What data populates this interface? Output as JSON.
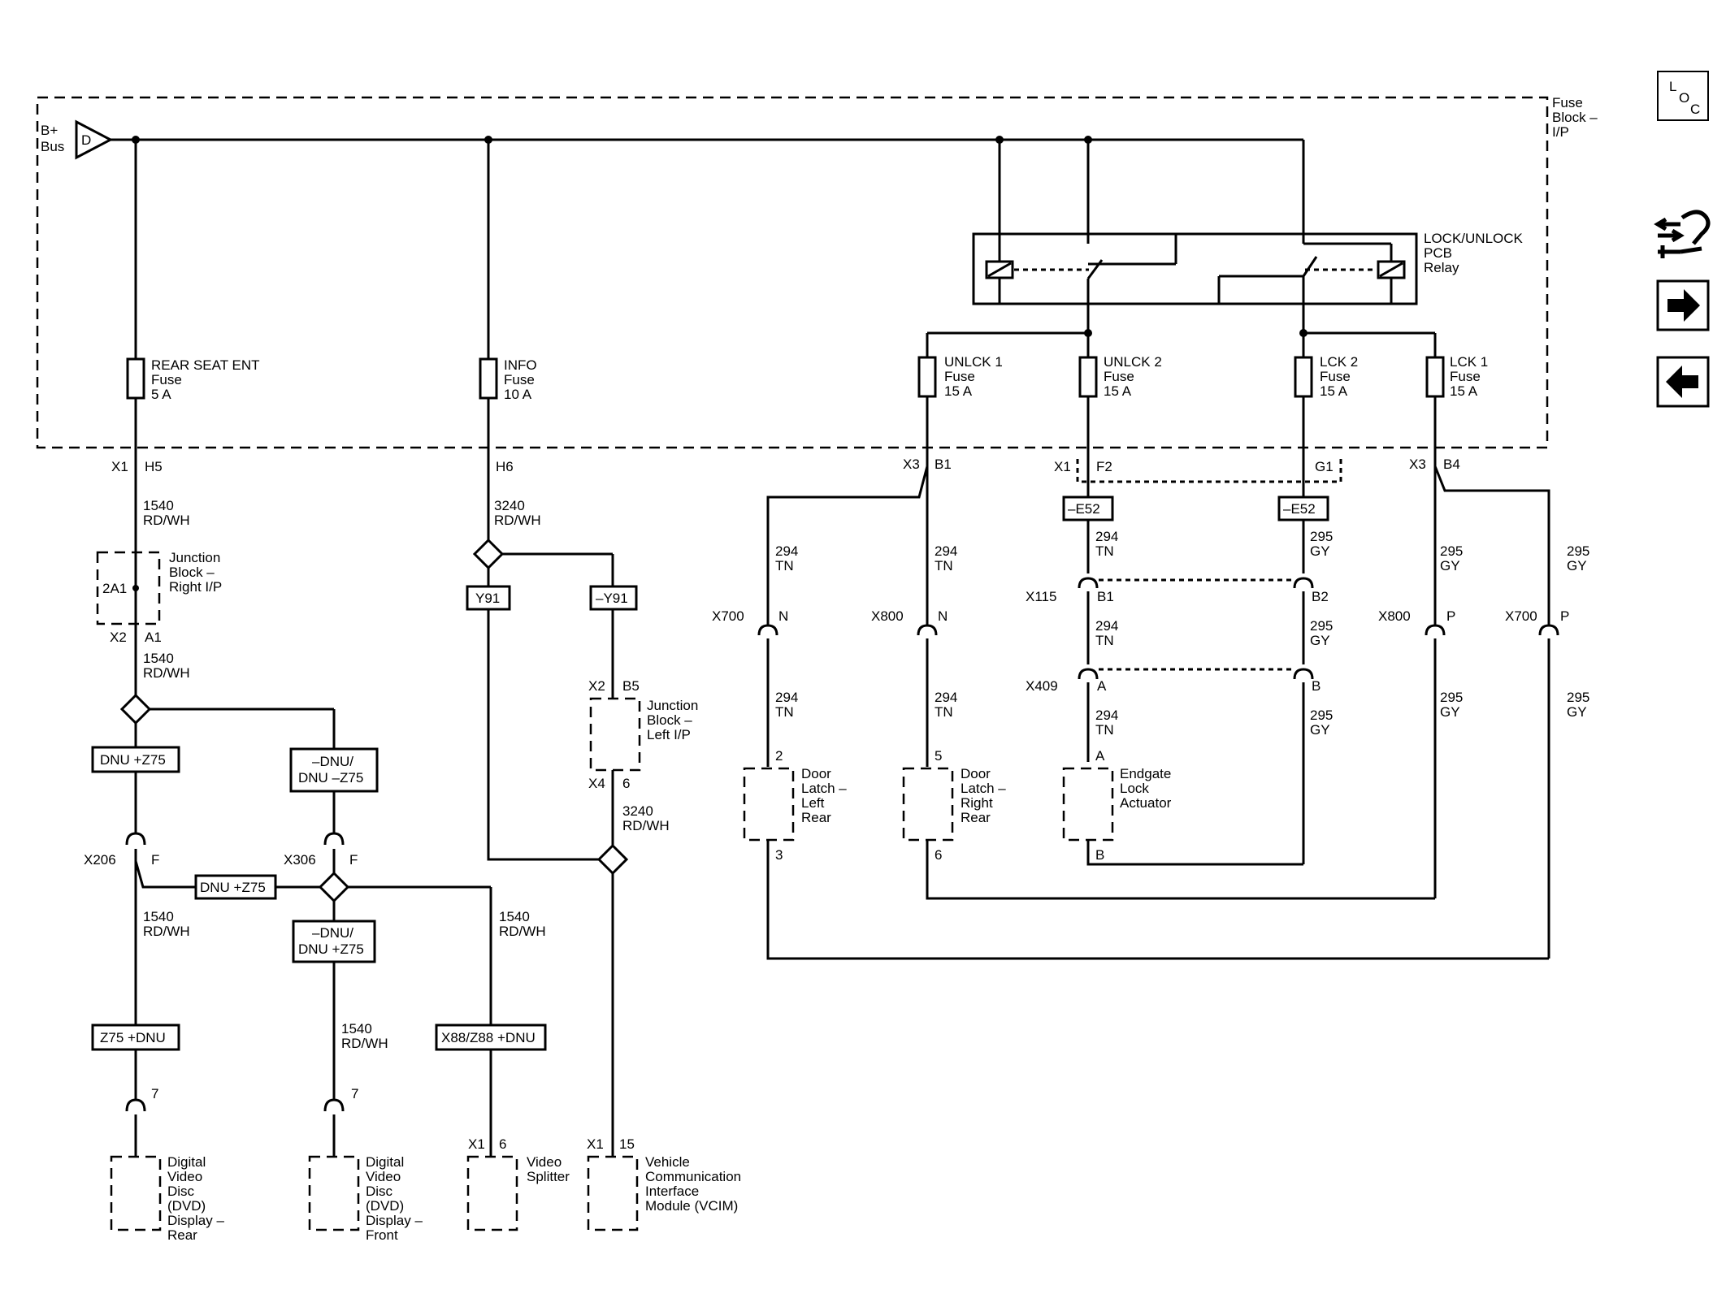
{
  "colors": {
    "ink": "#000000",
    "paper": "#ffffff"
  },
  "nav": {
    "loc": {
      "l": "L",
      "o": "O",
      "c": "C"
    },
    "icons": [
      "connector-tool-icon",
      "next-page-arrow-icon",
      "previous-page-arrow-icon"
    ]
  },
  "fuse_block": {
    "l1": "Fuse",
    "l2": "Block –",
    "l3": "I/P"
  },
  "bplus": {
    "l1": "B+",
    "l2": "Bus",
    "tag": "D"
  },
  "relay": {
    "l1": "LOCK/UNLOCK",
    "l2": "PCB",
    "l3": "Relay"
  },
  "fuses": {
    "rear_seat": {
      "l1": "REAR SEAT ENT",
      "l2": "Fuse",
      "l3": "5 A"
    },
    "info": {
      "l1": "INFO",
      "l2": "Fuse",
      "l3": "10 A"
    },
    "unlck1": {
      "l1": "UNLCK 1",
      "l2": "Fuse",
      "l3": "15 A"
    },
    "unlck2": {
      "l1": "UNLCK 2",
      "l2": "Fuse",
      "l3": "15 A"
    },
    "lck2": {
      "l1": "LCK 2",
      "l2": "Fuse",
      "l3": "15 A"
    },
    "lck1": {
      "l1": "LCK 1",
      "l2": "Fuse",
      "l3": "15 A"
    }
  },
  "connectors": {
    "x1": "X1",
    "h5": "H5",
    "h6": "H6",
    "x3a": "X3",
    "b1": "B1",
    "x1b": "X1",
    "f2": "F2",
    "g1": "G1",
    "x3b": "X3",
    "b4": "B4",
    "x2": "X2",
    "a1": "A1",
    "x2b": "X2",
    "b5": "B5",
    "x4": "X4",
    "pin6": "6",
    "x206": "X206",
    "f_x206": "F",
    "x306": "X306",
    "f_x306": "F",
    "x700a": "X700",
    "n_x700": "N",
    "x800a": "X800",
    "n_x800": "N",
    "x115": "X115",
    "b1_x115": "B1",
    "b2_x115": "B2",
    "x409": "X409",
    "a_x409": "A",
    "b_x409": "B",
    "x800b": "X800",
    "p_x800": "P",
    "x700b": "X700",
    "p_x700": "P",
    "pin7a": "7",
    "pin7b": "7",
    "x1_vs": "X1",
    "pin6_vs": "6",
    "x1_vc": "X1",
    "pin15": "15",
    "pin2": "2",
    "pin3": "3",
    "pin5": "5",
    "pin6_dr": "6",
    "pinA": "A",
    "pinB": "B"
  },
  "wires": {
    "c1540": "1540",
    "rdwh": "RD/WH",
    "c3240": "3240",
    "c294": "294",
    "tn": "TN",
    "c295": "295",
    "gy": "GY"
  },
  "options": {
    "y91": "Y91",
    "ny91": "–Y91",
    "dnu_z75": "DNU +Z75",
    "ndnu_l1": "–DNU/",
    "ndnu_l2": "DNU –Z75",
    "dnu_z75_mid": "DNU +Z75",
    "ndnu2_l1": "–DNU/",
    "ndnu2_l2": "DNU +Z75",
    "z75_dnu": "Z75 +DNU",
    "x88": "X88/Z88 +DNU",
    "e52a": "–E52",
    "e52b": "–E52"
  },
  "junction_right": {
    "l1": "Junction",
    "l2": "Block –",
    "l3": "Right I/P",
    "id": "2A1"
  },
  "junction_left": {
    "l1": "Junction",
    "l2": "Block –",
    "l3": "Left I/P"
  },
  "components": {
    "dvd_rear": [
      "Digital",
      "Video",
      "Disc",
      "(DVD)",
      "Display –",
      "Rear"
    ],
    "dvd_front": [
      "Digital",
      "Video",
      "Disc",
      "(DVD)",
      "Display –",
      "Front"
    ],
    "splitter": [
      "Video",
      "Splitter"
    ],
    "vcim": [
      "Vehicle",
      "Communication",
      "Interface",
      "Module (VCIM)"
    ],
    "door_lr": [
      "Door",
      "Latch –",
      "Left",
      "Rear"
    ],
    "door_rr": [
      "Door",
      "Latch –",
      "Right",
      "Rear"
    ],
    "endgate": [
      "Endgate",
      "Lock",
      "Actuator"
    ]
  }
}
